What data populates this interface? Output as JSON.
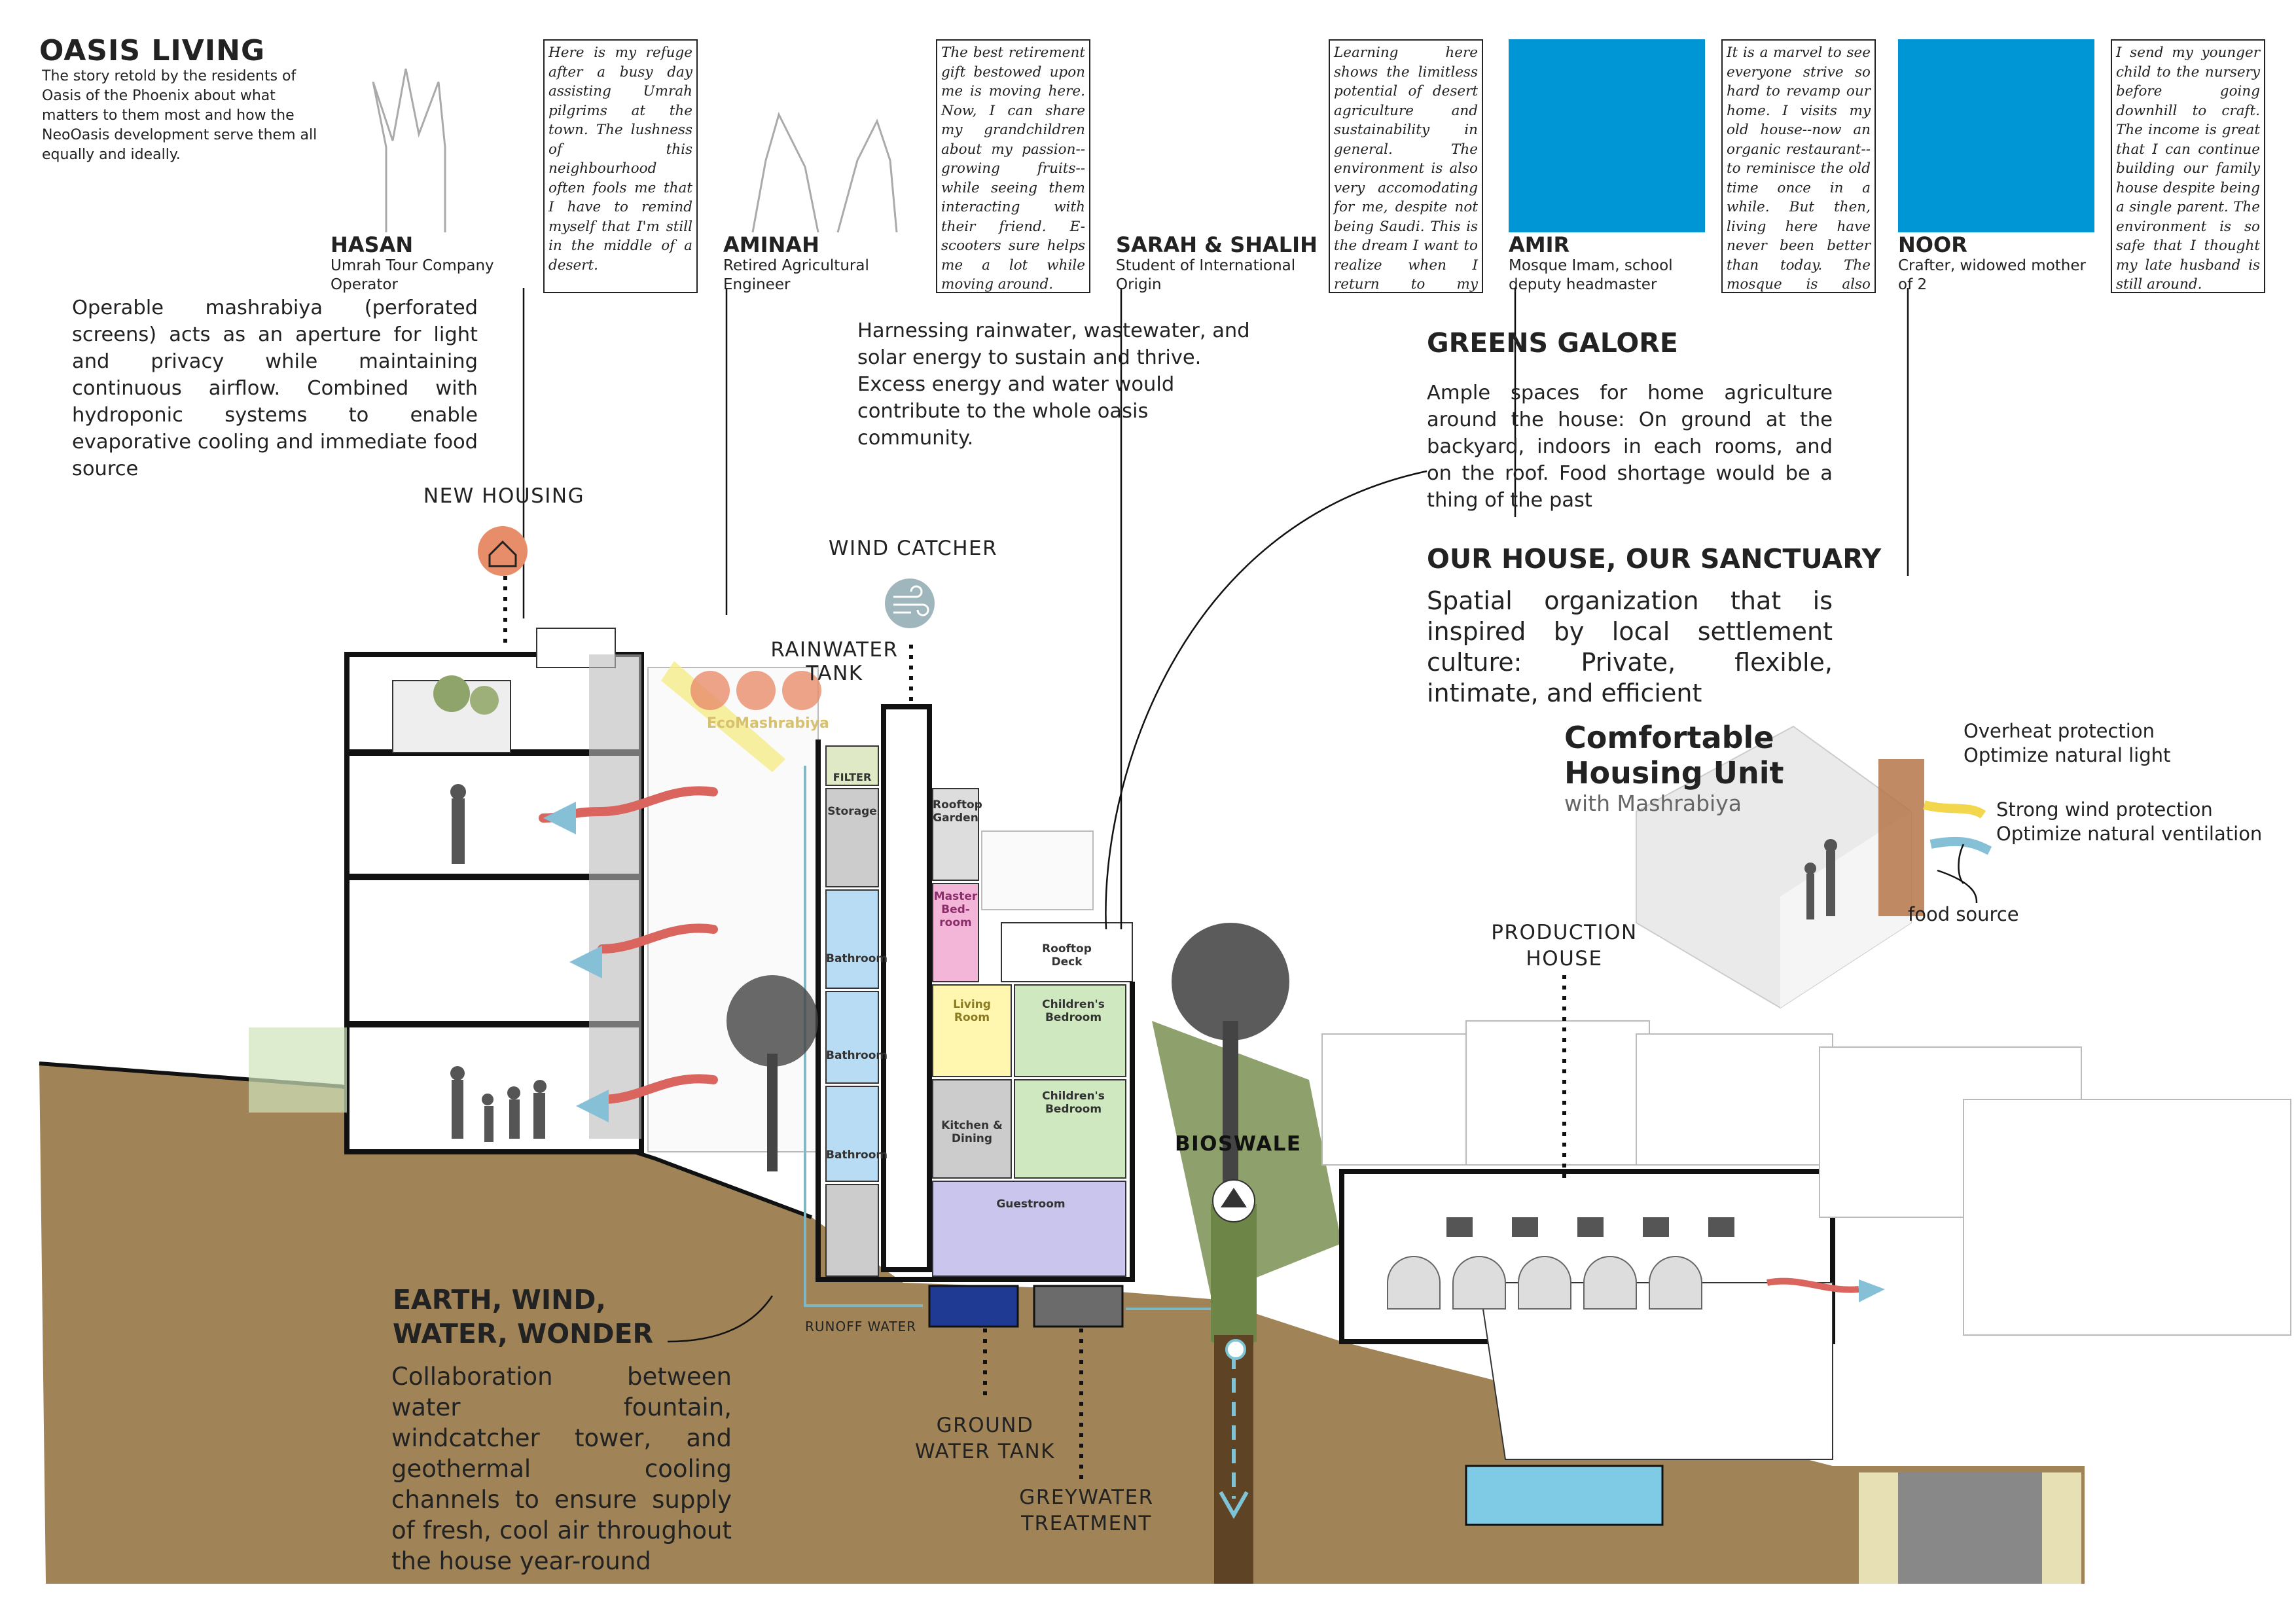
{
  "header": {
    "title": "OASIS LIVING",
    "subtitle": "The story retold by the residents of Oasis of the Phoenix about what matters to them most and how the NeoOasis development serve them all equally and ideally."
  },
  "residents": [
    {
      "name": "HASAN",
      "role": "Umrah Tour Company Operator",
      "quote": "Here is my refuge after a busy day assisting Umrah pilgrims at the town. The lushness of this neighbourhood often fools me that I have to remind myself that I'm still in the middle of a desert."
    },
    {
      "name": "AMINAH",
      "role": "Retired Agricultural Engineer",
      "quote": "The best retirement gift bestowed upon me is moving here. Now, I can share my grandchildren about my passion--growing fruits--while seeing them interacting with their friend. E-scooters sure helps me a lot while moving around."
    },
    {
      "name": "SARAH & SHALIH",
      "role": "Student of International Origin",
      "quote": "Learning here shows the limitless potential of desert agriculture and sustainability in general. The environment is also very accomodating for me, despite not being Saudi. This is the dream I want to realize when I return to my country."
    },
    {
      "name": "AMIR",
      "role": "Mosque Imam, school deputy headmaster",
      "quote": "It is a marvel to see everyone strive so hard to revamp our home. I visits my old house--now an organic restaurant--to reminisce the old time once in a while. But then, living here have never been better than today. The mosque is also much better now."
    },
    {
      "name": "NOOR",
      "role": "Crafter, widowed mother of 2",
      "quote": "I send my younger child to the nursery before going downhill to craft. The income is great that I can continue building our family house despite being a single parent. The environment is so safe that I thought my late husband is still around."
    }
  ],
  "mashrabiya_text": "Operable mashrabiya (perforated screens) acts as an aperture for light and privacy while maintaining continuous airflow. Combined with hydroponic systems to enable evaporative cooling and immediate food source",
  "water_text": "Harnessing rainwater, wastewater, and solar energy to sustain and thrive. Excess energy and water would contribute to the whole oasis community.",
  "greens": {
    "title": "GREENS GALORE",
    "text": "Ample spaces for home agriculture around the house: On ground at the backyard, indoors in each rooms, and on the roof. Food shortage would be a thing of the past"
  },
  "sanctuary": {
    "title": "OUR HOUSE, OUR SANCTUARY",
    "text": "Spatial organization that is inspired by local settlement culture: Private, flexible, intimate, and efficient"
  },
  "unit": {
    "title_line1": "Comfortable",
    "title_line2": "Housing Unit",
    "subtitle": "with Mashrabiya",
    "overheat1": "Overheat protection",
    "overheat2": "Optimize natural light",
    "wind1": "Strong wind protection",
    "wind2": "Optimize natural ventilation",
    "food": "food source"
  },
  "earth": {
    "title_line1": "EARTH, WIND,",
    "title_line2": "WATER, WONDER",
    "text": "Collaboration between water fountain, windcatcher tower, and geothermal cooling channels to ensure supply of fresh, cool air throughout the house year-round"
  },
  "labels": {
    "new_housing": "NEW HOUSING",
    "wind_catcher": "WIND CATCHER",
    "rainwater_tank_1": "RAINWATER",
    "rainwater_tank_2": "TANK",
    "production_1": "PRODUCTION",
    "production_2": "HOUSE",
    "bioswale": "BIOSWALE",
    "runoff": "RUNOFF WATER",
    "ground_tank_1": "GROUND",
    "ground_tank_2": "WATER TANK",
    "greywater_1": "GREYWATER",
    "greywater_2": "TREATMENT",
    "ecomashrabiya": "EcoMashrabiya"
  },
  "rooms": {
    "filter": "FILTER",
    "storage": "Storage",
    "bathroom": "Bathroom",
    "rooftop_garden": "Rooftop Garden",
    "master_bedroom": "Master Bed-room",
    "rooftop_deck": "Rooftop Deck",
    "living_room": "Living Room",
    "childrens_bedroom": "Children's Bedroom",
    "kitchen_dining": "Kitchen & Dining",
    "guestroom": "Guestroom"
  },
  "colors": {
    "soil": "#a08457",
    "water_blue": "#0096d6",
    "tank_navy": "#1f3a93",
    "bathroom": "#b7dcf4",
    "living": "#fff6b0",
    "children": "#cfe8c0",
    "master": "#f3b6d8",
    "guest": "#c9c5ec",
    "accent_orange": "#e88d6a"
  }
}
